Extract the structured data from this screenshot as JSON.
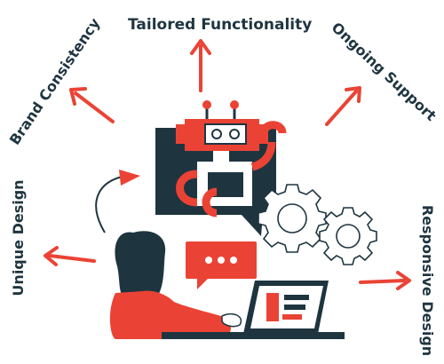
{
  "labels": {
    "top": "Tailored Functionality",
    "brand": "Brand Consistency",
    "support": "Ongoing Support",
    "unique": "Unique Design",
    "responsive": "Responsive Design"
  },
  "colors": {
    "accent": "#ea4335",
    "dark": "#1e3540",
    "text": "#1e3540",
    "background": "#ffffff"
  }
}
